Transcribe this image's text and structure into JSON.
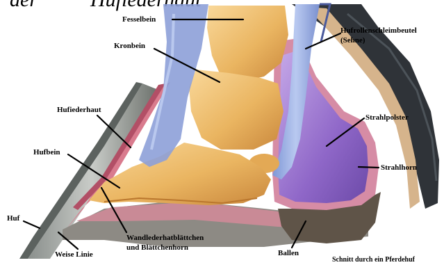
{
  "header": {
    "title_fragment_left": "der",
    "title_fragment_right": "Hufiederhaut"
  },
  "labels": {
    "fesselbein": "Fesselbein",
    "kronbein": "Kronbein",
    "hufrollen_line1": "Hufrollenschleimbeutel",
    "hufrollen_line2": "(Sehne)",
    "hufiederhaut": "Hufiederhaut",
    "strahlpolster": "Strahlpolster",
    "hufbein": "Hufbein",
    "strahlhorn": "Strahlhorn",
    "huf": "Huf",
    "wand_line1": "Wandlederhatblättchen",
    "wand_line2": "und Blättchenhorn",
    "weise_linie": "Weise Linie",
    "ballen": "Ballen"
  },
  "caption": "Schnitt durch ein Pferdehuf"
}
